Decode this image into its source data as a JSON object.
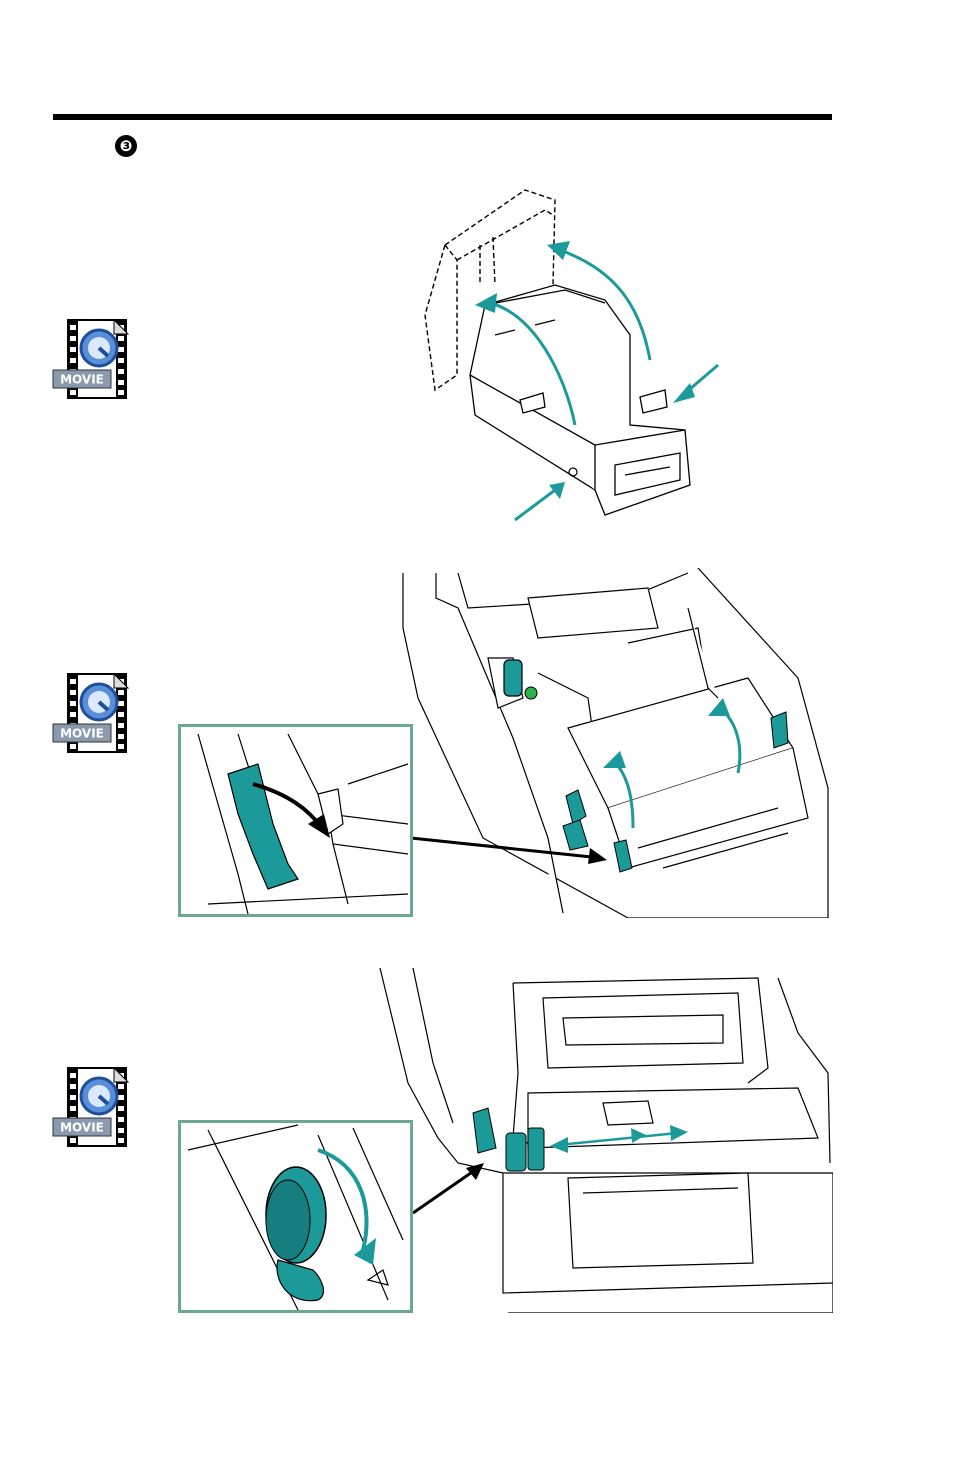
{
  "page": {
    "step_marker": "❸"
  },
  "movie_icons": [
    {
      "label": "MOVIE"
    },
    {
      "label": "MOVIE"
    },
    {
      "label": "MOVIE"
    }
  ],
  "colors": {
    "accent": "#1c9a9a",
    "inset_border": "#6aa892",
    "line": "#000000"
  },
  "icons": {
    "movie": "quicktime-movie-file-icon"
  }
}
